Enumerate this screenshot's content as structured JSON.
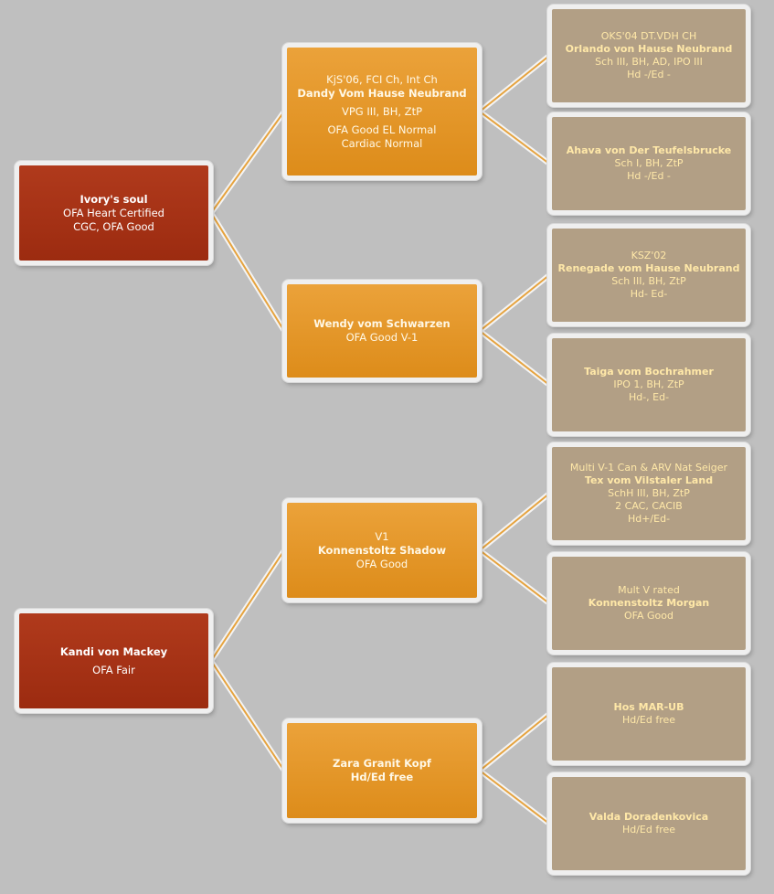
{
  "roots": [
    {
      "lines": [
        "Ivory's soul",
        "OFA Heart Certified",
        "CGC, OFA Good"
      ],
      "sire": {
        "lines": [
          "KjS'06, FCI Ch, Int Ch",
          "Dandy Vom Hause Neubrand",
          "VPG III, BH, ZtP",
          "OFA Good EL Normal",
          "Cardiac Normal"
        ],
        "sire": {
          "lines": [
            "OKS'04 DT.VDH CH",
            "Orlando von Hause Neubrand",
            "Sch III, BH, AD, IPO III",
            "Hd -/Ed -"
          ]
        },
        "dam": {
          "lines": [
            "Ahava von Der Teufelsbrucke",
            "Sch I, BH, ZtP",
            "Hd -/Ed -"
          ]
        }
      },
      "dam": {
        "lines": [
          "Wendy vom Schwarzen",
          "OFA Good   V-1"
        ],
        "sire": {
          "lines": [
            "KSZ'02",
            "Renegade vom Hause Neubrand",
            "Sch III, BH, ZtP",
            "Hd- Ed-"
          ]
        },
        "dam": {
          "lines": [
            "Taiga vom Bochrahmer",
            "IPO 1, BH, ZtP",
            "Hd-, Ed-"
          ]
        }
      }
    },
    {
      "lines": [
        "Kandi von Mackey",
        "OFA Fair"
      ],
      "sire": {
        "lines": [
          "V1",
          "Konnenstoltz Shadow",
          "OFA Good"
        ],
        "sire": {
          "lines": [
            "Multi V-1 Can & ARV Nat Seiger",
            "Tex vom Vilstaler Land",
            "SchH III, BH, ZtP",
            "2 CAC, CACIB",
            "Hd+/Ed-"
          ]
        },
        "dam": {
          "lines": [
            "Mult V rated",
            "Konnenstoltz  Morgan",
            "OFA Good"
          ]
        }
      },
      "dam": {
        "lines": [
          "Zara Granit Kopf",
          "Hd/Ed free"
        ],
        "sire": {
          "lines": [
            "Hos MAR-UB",
            "Hd/Ed free"
          ]
        },
        "dam": {
          "lines": [
            "Valda Doradenkovica",
            "Hd/Ed free"
          ]
        }
      }
    }
  ],
  "colors": {
    "background": "#bfbfbf",
    "root_fill": "#a32f13",
    "parent_fill": "#e59628",
    "grandparent_fill": "#b29f85",
    "box_border": "#efefef",
    "connector_line": "#e6a33e"
  }
}
